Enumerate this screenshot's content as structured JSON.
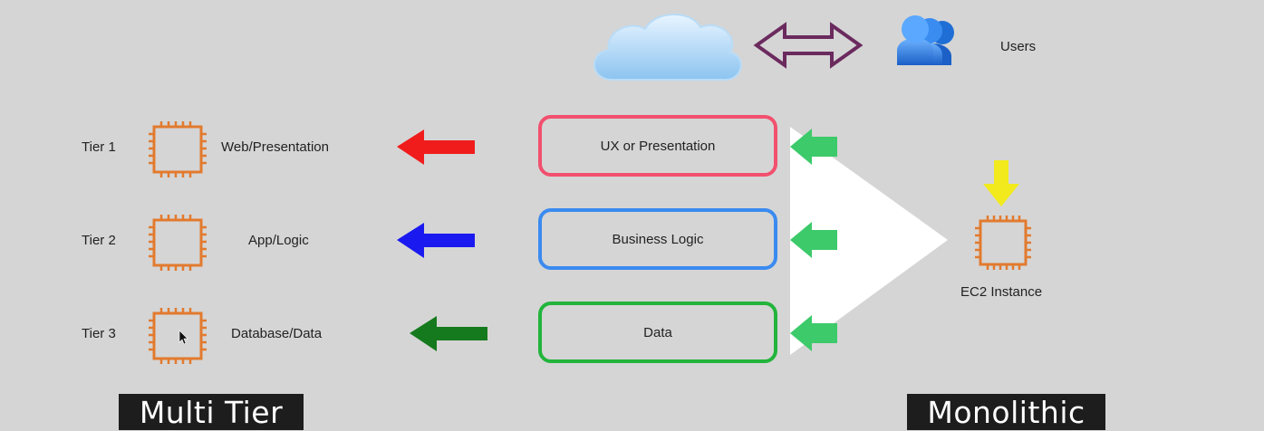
{
  "users_label": "Users",
  "tiers": [
    {
      "tier": "Tier 1",
      "name": "Web/Presentation",
      "arrow_color": "#f01c1c"
    },
    {
      "tier": "Tier 2",
      "name": "App/Logic",
      "arrow_color": "#1a1af0"
    },
    {
      "tier": "Tier 3",
      "name": "Database/Data",
      "arrow_color": "#157a1d"
    }
  ],
  "layers": [
    {
      "label": "UX or Presentation",
      "border_color": "#f2506e"
    },
    {
      "label": "Business Logic",
      "border_color": "#3a8bf0"
    },
    {
      "label": "Data",
      "border_color": "#22b43c"
    }
  ],
  "ec2_label": "EC2 Instance",
  "banners": {
    "left": "Multi Tier",
    "right": "Monolithic"
  },
  "colors": {
    "chip": "#e27a2e",
    "cloud": "#a9d3f5",
    "double_arrow": "#6b2a5e",
    "green_arrow": "#3cca6a",
    "yellow_arrow": "#f2ea1c"
  }
}
